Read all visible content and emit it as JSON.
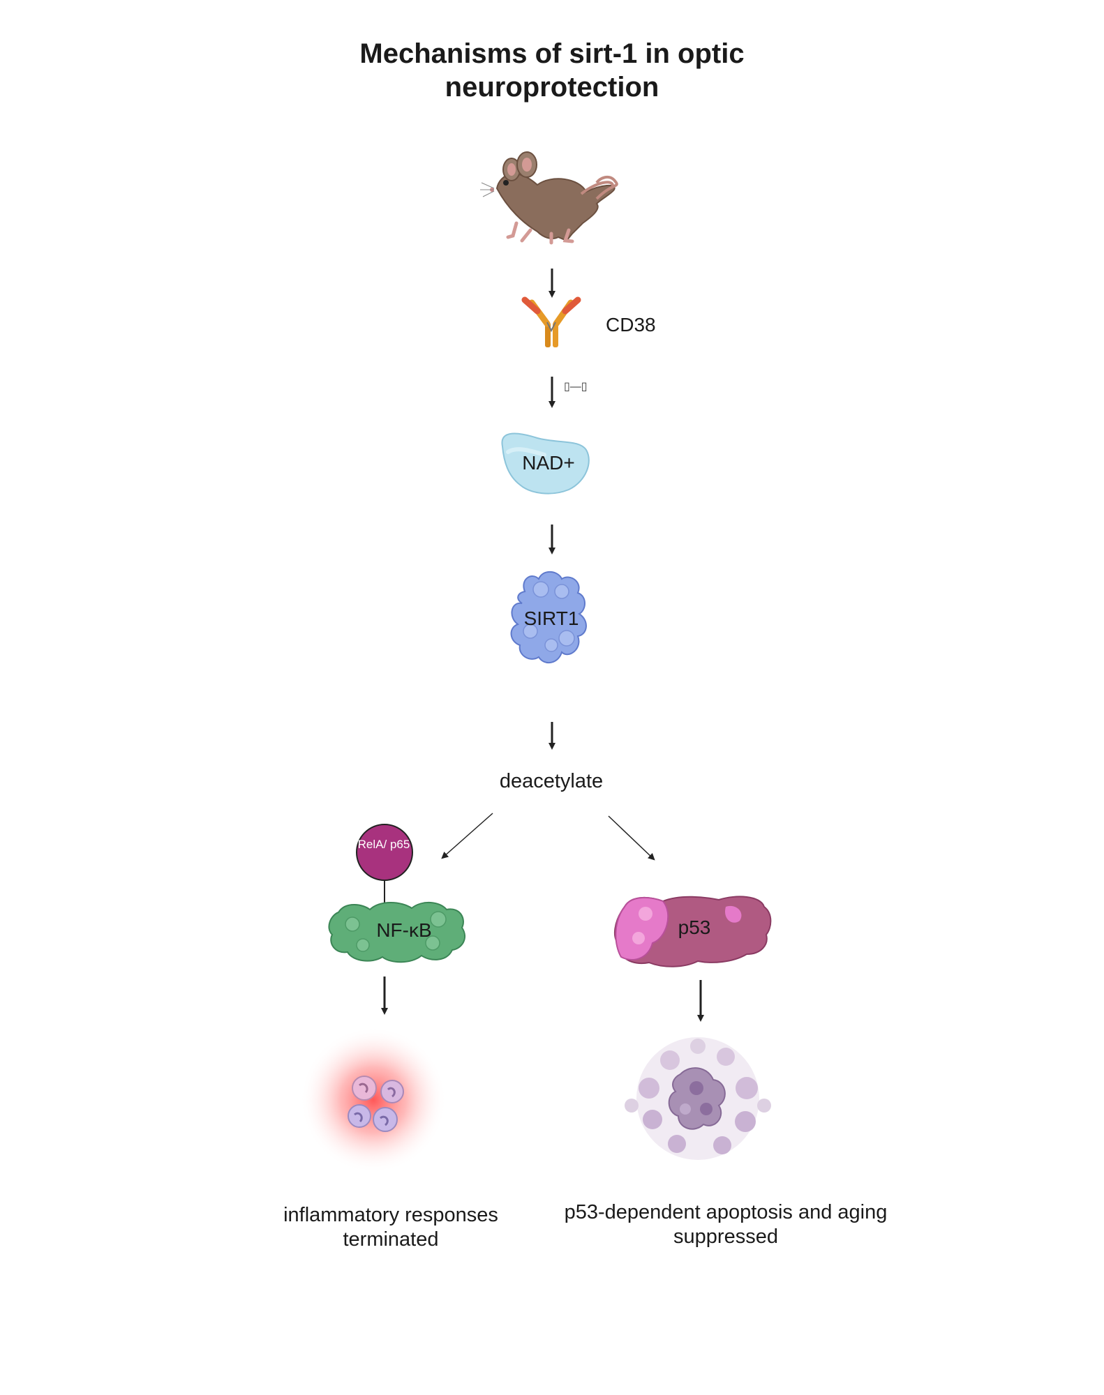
{
  "title": "Mechanisms of sirt-1 in optic neuroprotection",
  "nodes": {
    "cd38": "CD38",
    "arrow_glyph": "▯—▯",
    "nad": "NAD+",
    "sirt1": "SIRT1",
    "deacetylate": "deacetylate",
    "rela": "RelA/ p65",
    "nfkb": "NF-κB",
    "p53": "p53"
  },
  "outcomes": {
    "left": "inflammatory responses terminated",
    "right": "p53-dependent apoptosis and aging suppressed"
  },
  "colors": {
    "mouse": "#8a6d5c",
    "antibody_orange": "#e0902a",
    "antibody_red": "#e05a3a",
    "nad": "#bde3f0",
    "sirt1": "#8fa8e8",
    "rela": "#a8327e",
    "nfkb": "#5fae78",
    "p53_dark": "#b05a82",
    "p53_light": "#e57ac9",
    "inflammation": "#ff6060",
    "apoptosis": "#a890b4"
  }
}
